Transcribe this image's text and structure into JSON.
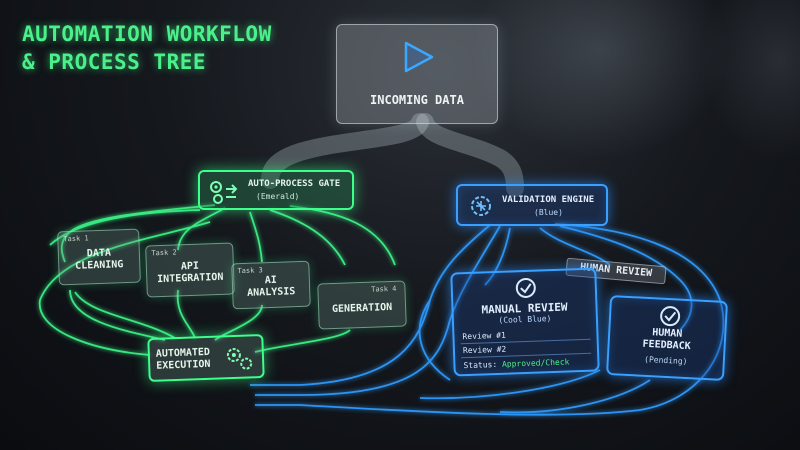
{
  "title": {
    "line1": "AUTOMATION WORKFLOW",
    "line2": "& PROCESS TREE"
  },
  "incoming": {
    "label": "INCOMING DATA",
    "icon": "play-icon"
  },
  "auto_gate": {
    "label": "AUTO-PROCESS GATE",
    "sub": "(Emerald)",
    "icon": "gears-icon",
    "color": "#3cff8c"
  },
  "validation": {
    "label": "VALIDATION ENGINE",
    "sub": "(Blue)",
    "icon": "circuit-gear-icon",
    "color": "#2f9bff"
  },
  "tasks": [
    {
      "tag": "Task 1",
      "name": "DATA CLEANING"
    },
    {
      "tag": "Task 2",
      "name": "API INTEGRATION"
    },
    {
      "tag": "Task 3",
      "name": "AI ANALYSIS"
    },
    {
      "tag": "Task 4",
      "name": "GENERATION"
    }
  ],
  "execution": {
    "label": "AUTOMATED EXECUTION",
    "icon": "gears-icon"
  },
  "human_review_tag": "HUMAN REVIEW",
  "manual_review": {
    "label": "MANUAL REVIEW",
    "sub": "(Cool Blue)",
    "items": [
      "Review #1",
      "Review #2"
    ],
    "status_label": "Status:",
    "status_value": "Approved/Check",
    "icon": "check-circle-icon"
  },
  "human_feedback": {
    "label": "HUMAN FEEDBACK",
    "sub": "(Pending)",
    "icon": "check-circle-icon"
  }
}
